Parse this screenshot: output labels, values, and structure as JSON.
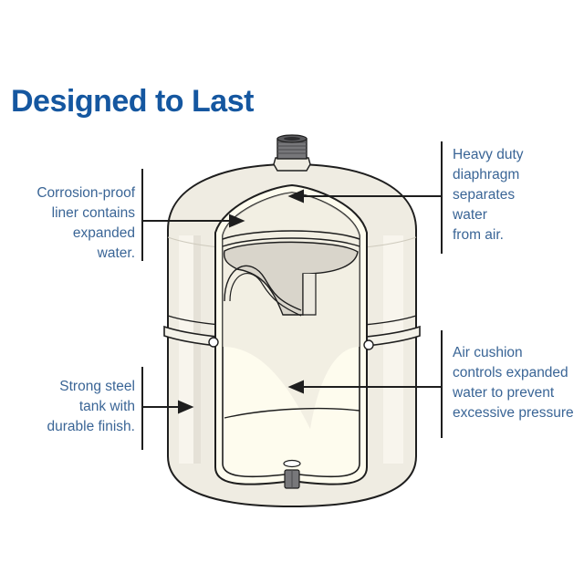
{
  "title": "Designed to Last",
  "callouts": {
    "liner": {
      "lines": [
        "Corrosion-proof",
        "liner contains",
        "expanded",
        "water."
      ]
    },
    "diaphragm": {
      "lines": [
        "Heavy duty",
        "diaphragm",
        "separates",
        "water",
        "from air."
      ]
    },
    "tank": {
      "lines": [
        "Strong steel",
        "tank with",
        "durable finish."
      ]
    },
    "air_cushion": {
      "lines": [
        "Air cushion",
        "controls expanded",
        "water to prevent",
        "excessive pressure"
      ]
    }
  },
  "colors": {
    "title": "#1557a0",
    "callout_text": "#3a6596",
    "tank_body": "#efece2",
    "tank_highlight": "#f8f6ee",
    "tank_shadow": "#dedbd0",
    "interior": "#fefcee",
    "interior_shadow": "#dcd9cf",
    "outline": "#1e1e1e",
    "fitting": "#77777a"
  }
}
